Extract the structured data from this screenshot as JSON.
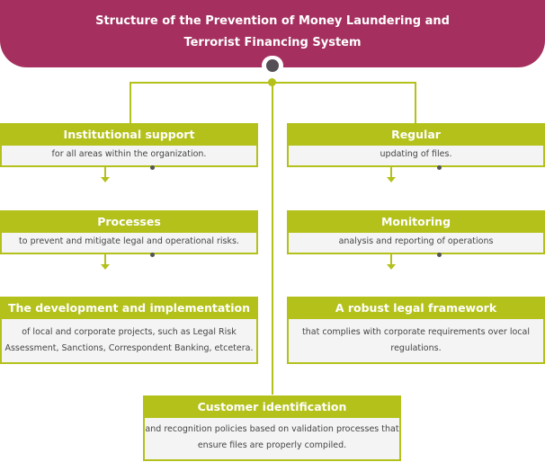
{
  "header": {
    "title_line1": "Structure of the Prevention of Money Laundering and",
    "title_line2": "Terrorist Financing System"
  },
  "colors": {
    "header": "#a5305f",
    "accent": "#b3c11a",
    "body_bg": "#f4f4f4",
    "dot": "#555055"
  },
  "left_column": [
    {
      "title": "Institutional support",
      "text": "for all areas within the organization."
    },
    {
      "title": "Processes",
      "text": "to prevent and mitigate legal and operational risks."
    },
    {
      "title": "The development and implementation",
      "text_line1": "of local and corporate projects, such as Legal Risk",
      "text_line2": "Assessment, Sanctions, Correspondent Banking, etcetera."
    }
  ],
  "right_column": [
    {
      "title": "Regular",
      "text": "updating of files."
    },
    {
      "title": "Monitoring",
      "text": "analysis and reporting of operations"
    },
    {
      "title": "A robust legal framework",
      "text_line1": "that complies with corporate requirements over local",
      "text_line2": "regulations."
    }
  ],
  "bottom": {
    "title": "Customer identification",
    "text_line1": "and recognition policies based on validation processes that",
    "text_line2": "ensure files are properly compiled."
  }
}
